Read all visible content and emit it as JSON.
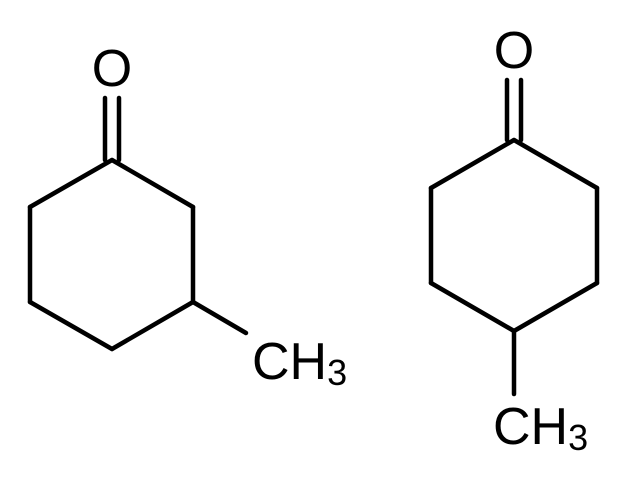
{
  "molecules": [
    {
      "oxygen_label": "O",
      "methyl_label": "CH",
      "methyl_subscript": "3"
    },
    {
      "oxygen_label": "O",
      "methyl_label": "CH",
      "methyl_subscript": "3"
    }
  ],
  "colors": {
    "bond": "#000000",
    "text": "#000000",
    "background": "#ffffff"
  }
}
